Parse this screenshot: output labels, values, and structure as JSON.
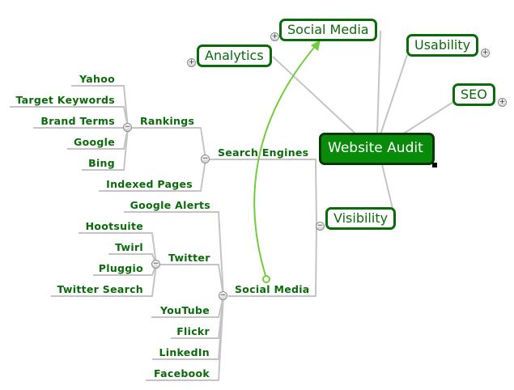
{
  "colors": {
    "node_text": "#0a6b0a",
    "root_fill": "#0a8a0a",
    "connector": "#c4c4c4",
    "relationship_arrow": "#72cc3c"
  },
  "mindmap": {
    "root": {
      "label": "Website Audit"
    },
    "topics": {
      "social_media": {
        "label": "Social Media",
        "toggle": "expand"
      },
      "analytics": {
        "label": "Analytics",
        "toggle": "expand"
      },
      "usability": {
        "label": "Usability",
        "toggle": "expand"
      },
      "seo": {
        "label": "SEO",
        "toggle": "expand"
      },
      "visibility": {
        "label": "Visibility",
        "toggle": "collapse"
      }
    },
    "visibility_children": {
      "search_engines": {
        "label": "Search Engines",
        "toggle": "collapse",
        "rankings": {
          "label": "Rankings",
          "toggle": "collapse",
          "children": [
            "Yahoo",
            "Target Keywords",
            "Brand Terms",
            "Google",
            "Bing"
          ]
        },
        "indexed_pages": {
          "label": "Indexed Pages"
        }
      },
      "social_media": {
        "label": "Social Media",
        "toggle": "collapse",
        "google_alerts": {
          "label": "Google Alerts"
        },
        "twitter": {
          "label": "Twitter",
          "toggle": "collapse",
          "children": [
            "Hootsuite",
            "Twirl",
            "Pluggio",
            "Twitter Search"
          ]
        },
        "others": [
          "YouTube",
          "Flickr",
          "LinkedIn",
          "Facebook"
        ]
      }
    },
    "relationship": {
      "from": "Social Media (Visibility)",
      "to": "Social Media (topic)"
    },
    "toggle_glyphs": {
      "expand": "+",
      "collapse": "−"
    }
  }
}
